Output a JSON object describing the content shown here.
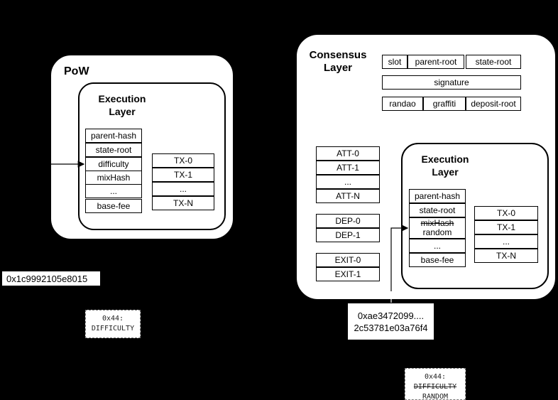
{
  "pow": {
    "title": "PoW",
    "execution": {
      "title_line1": "Execution",
      "title_line2": "Layer",
      "header_fields": [
        "parent-hash",
        "state-root",
        "difficulty",
        "mixHash",
        "...",
        "base-fee"
      ],
      "transactions": [
        "TX-0",
        "TX-1",
        "...",
        "TX-N"
      ]
    },
    "value_box": "0x1c9992105e8015",
    "opcode": {
      "line1": "0x44:",
      "line2": "DIFFICULTY"
    }
  },
  "pos": {
    "consensus_title_line1": "Consensus",
    "consensus_title_line2": "Layer",
    "header_row1": [
      "slot",
      "parent-root",
      "state-root"
    ],
    "signature": "signature",
    "header_row3": [
      "randao",
      "graffiti",
      "deposit-root"
    ],
    "attestations": [
      "ATT-0",
      "ATT-1",
      "...",
      "ATT-N"
    ],
    "deposits": [
      "DEP-0",
      "DEP-1"
    ],
    "exits": [
      "EXIT-0",
      "EXIT-1"
    ],
    "execution": {
      "title_line1": "Execution",
      "title_line2": "Layer",
      "field_parent": "parent-hash",
      "field_state": "state-root",
      "field_mix_old": "mixHash",
      "field_mix_new": "random",
      "field_dots": "...",
      "field_basefee": "base-fee",
      "transactions": [
        "TX-0",
        "TX-1",
        "...",
        "TX-N"
      ]
    },
    "value_line1": "0xae3472099....",
    "value_line2": "2c53781e03a76f4",
    "opcode": {
      "line1": "0x44:",
      "line2_old": "DIFFICULTY",
      "line3_new": "RANDOM"
    }
  }
}
